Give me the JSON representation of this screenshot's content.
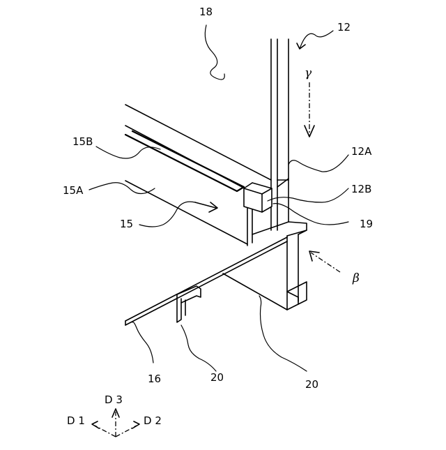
{
  "labels": {
    "ref_18": "18",
    "ref_12": "12",
    "ref_gamma": "γ",
    "ref_15B": "15B",
    "ref_12A": "12A",
    "ref_15A": "15A",
    "ref_12B": "12B",
    "ref_15": "15",
    "ref_19": "19",
    "ref_beta": "β",
    "ref_16": "16",
    "ref_20a": "20",
    "ref_20b": "20"
  },
  "directions": {
    "d1": "D 1",
    "d2": "D 2",
    "d3": "D 3"
  }
}
